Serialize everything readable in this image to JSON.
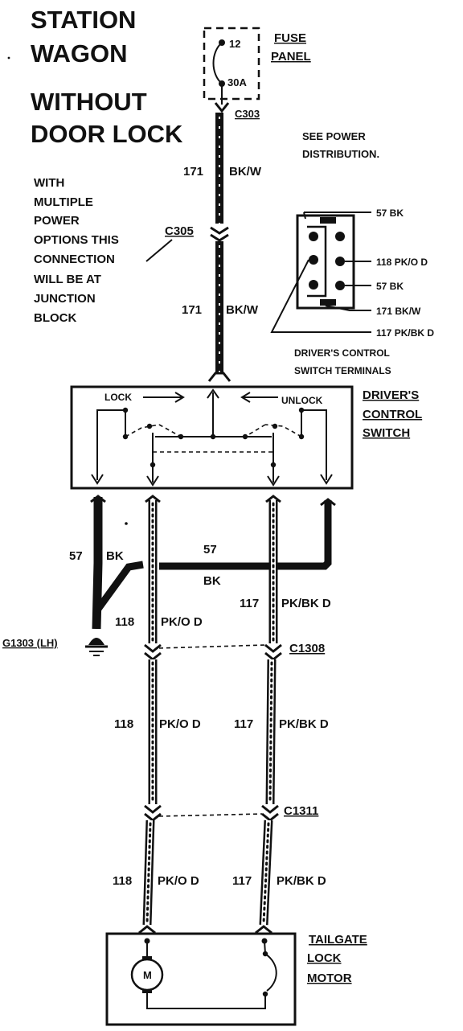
{
  "title_lines": [
    "STATION",
    "WAGON",
    "WITHOUT",
    "DOOR LOCK"
  ],
  "note_lines": [
    "WITH",
    "MULTIPLE",
    "POWER",
    "OPTIONS THIS",
    "CONNECTION",
    "WILL BE AT",
    "JUNCTION",
    "BLOCK"
  ],
  "see_power_lines": [
    "SEE POWER",
    "DISTRIBUTION."
  ],
  "fuse": {
    "number": "12",
    "rating": "30A",
    "label_lines": [
      "FUSE",
      "PANEL"
    ]
  },
  "connectors": {
    "c303": "C303",
    "c305": "C305",
    "c1308": "C1308",
    "c1311": "C1311"
  },
  "ground": "G1303 (LH)",
  "wires": {
    "w171_top": {
      "circuit": "171",
      "color": "BK/W"
    },
    "w171_mid": {
      "circuit": "171",
      "color": "BK/W"
    },
    "w57_left": {
      "circuit": "57",
      "color": "BK"
    },
    "w57_mid": {
      "circuit": "57",
      "color": "BK"
    },
    "w118_a": {
      "circuit": "118",
      "color": "PK/O D"
    },
    "w118_b": {
      "circuit": "118",
      "color": "PK/O D"
    },
    "w118_c": {
      "circuit": "118",
      "color": "PK/O D"
    },
    "w117_a": {
      "circuit": "117",
      "color": "PK/BK D"
    },
    "w117_b": {
      "circuit": "117",
      "color": "PK/BK D"
    },
    "w117_c": {
      "circuit": "117",
      "color": "PK/BK D"
    }
  },
  "terminals": {
    "t57_top": "57 BK",
    "t118": "118 PK/O D",
    "t57": "57 BK",
    "t171": "171 BK/W",
    "t117": "117 PK/BK D",
    "caption_lines": [
      "DRIVER'S CONTROL",
      "SWITCH TERMINALS"
    ]
  },
  "switch": {
    "lock": "LOCK",
    "unlock": "UNLOCK",
    "label_lines": [
      "DRIVER'S",
      "CONTROL",
      "SWITCH"
    ]
  },
  "motor": {
    "symbol": "M",
    "label_lines": [
      "TAILGATE",
      "LOCK",
      "MOTOR"
    ]
  }
}
